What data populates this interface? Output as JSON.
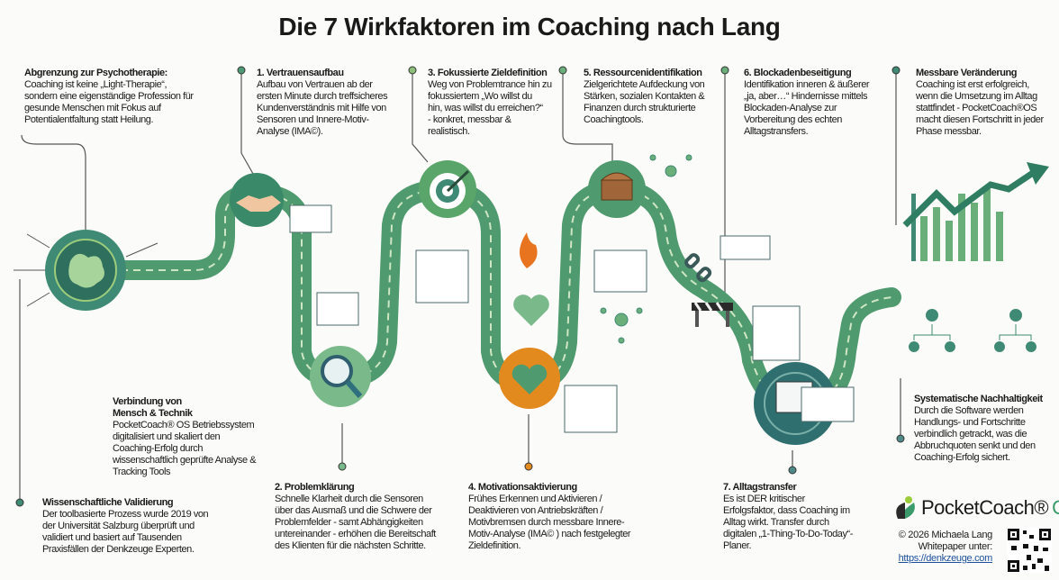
{
  "title": "Die 7 Wirkfaktoren im Coaching nach Lang",
  "blocks": {
    "abgrenzung": {
      "heading": "Abgrenzung zur Psychotherapie:",
      "text": "Coaching ist keine „Light-Therapie“,\nsondern eine eigenständige Profession für\ngesunde Menschen mit Fokus auf\nPotentialentfaltung statt Heilung."
    },
    "step1": {
      "heading": "1. Vertrauensaufbau",
      "text": "Aufbau von Vertrauen ab der\nersten Minute durch treffsicheres\nKundenverständnis mit Hilfe von\nSensoren und Innere-Motiv-\nAnalyse (IMA©)."
    },
    "step3": {
      "heading": "3. Fokussierte Zieldefinition",
      "text": "Weg von Problemtrance hin zu\nfokussiertem „Wo willst du\nhin, was willst du erreichen?“\n- konkret, messbar &\nrealistisch."
    },
    "step5": {
      "heading": "5. Ressourcenidentifikation",
      "text": "Zielgerichtete Aufdeckung von\nStärken, sozialen Kontakten &\nFinanzen durch strukturierte\nCoachingtools."
    },
    "step6": {
      "heading": "6. Blockadenbeseitigung",
      "text": "Identifikation inneren & äußerer\n„ja, aber…“ Hindernisse mittels\nBlockaden-Analyse zur\nVorbereitung des echten\nAlltagstransfers."
    },
    "messbar": {
      "heading": "Messbare Veränderung",
      "text": "Coaching ist erst erfolgreich,\nwenn die Umsetzung im Alltag\nstattfindet - PocketCoach®OS\nmacht diesen Fortschritt in jeder\nPhase messbar."
    },
    "verbindung": {
      "heading": "Verbindung von\nMensch & Technik",
      "text": "PocketCoach® OS Betriebssystem\ndigitalisiert und skaliert den\nCoaching-Erfolg durch\nwissenschaftlich geprüfte Analyse &\nTracking Tools"
    },
    "validierung": {
      "heading": "Wissenschaftliche Validierung",
      "text": "Der toolbasierte Prozess wurde 2019 von\nder Universität Salzburg überprüft und\nvalidiert und basiert auf Tausenden\nPraxisfällen der Denkzeuge  Experten."
    },
    "step2": {
      "heading": "2. Problemklärung",
      "text": "Schnelle Klarheit durch die Sensoren\nüber das Ausmaß und die Schwere der\nProblemfelder - samt Abhängigkeiten\nuntereinander - erhöhen die Bereitschaft\ndes Klienten für die nächsten Schritte."
    },
    "step4": {
      "heading": "4. Motivationsaktivierung",
      "text": "Frühes Erkennen und Aktivieren /\nDeaktivieren von Antriebskräften /\nMotivbremsen durch messbare Innere-\nMotiv-Analyse (IMA© ) nach festgelegter\nZieldefinition."
    },
    "nachhaltigkeit": {
      "heading": "Systematische Nachhaltigkeit",
      "text": "Durch die Software werden\nHandlungs- und Fortschritte\nverbindlich getrackt, was die\nAbbruchquoten senkt und den\nCoaching-Erfolg sichert."
    },
    "step7": {
      "heading": "7. Alltagstransfer",
      "text": "Es ist DER kritischer\nErfolgsfaktor, dass Coaching im\nAlltag wirkt. Transfer durch\ndigitalen „1-Thing-To-Do-Today“-\nPlaner."
    }
  },
  "logo": {
    "name": "PocketCoach®",
    "suffix": "OS"
  },
  "footer": {
    "copyright": "© 2026 Michaela Lang",
    "whitepaper": "Whitepaper unter:",
    "link": "https://denkzeuge.com"
  },
  "colors": {
    "green_dark": "#2f7d62",
    "green": "#5aa56a",
    "green_light": "#9ccc7c",
    "teal": "#2f6f70",
    "orange": "#e38a1f"
  },
  "icons": [
    "brain-gear-icon",
    "handshake-icon",
    "magnifier-icon",
    "target-dart-icon",
    "heart-gears-icon",
    "flame-icon",
    "treasure-chest-icon",
    "network-icon",
    "broken-chain-icon",
    "barrier-icon",
    "calendar-check-icon",
    "rising-chart-arrow-icon",
    "org-chart-icon",
    "qr-code-icon"
  ]
}
